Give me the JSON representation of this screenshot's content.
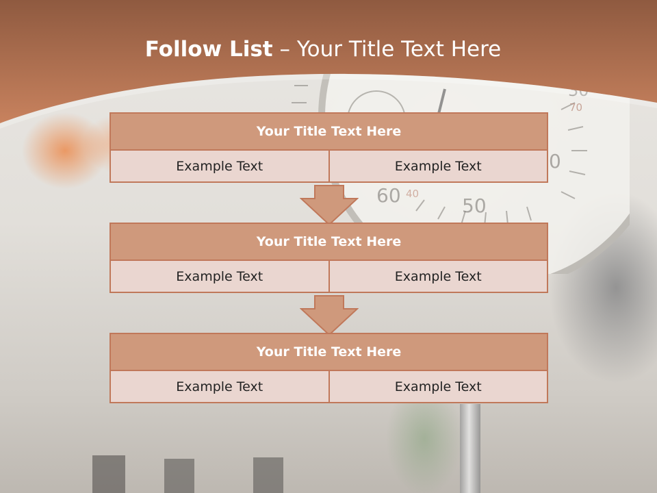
{
  "slide": {
    "title_bold": "Follow List",
    "title_rest": " – Your Title Text Here"
  },
  "steps": [
    {
      "title": "Your Title Text Here",
      "left": "Example Text",
      "right": "Example Text"
    },
    {
      "title": "Your Title Text Here",
      "left": "Example Text",
      "right": "Example Text"
    },
    {
      "title": "Your Title Text Here",
      "left": "Example Text",
      "right": "Example Text"
    }
  ],
  "dial": {
    "labels": [
      "30",
      "70",
      "60",
      "40",
      "50",
      "0"
    ]
  },
  "colors": {
    "header": "#c8825e",
    "box_title": "#cf997c",
    "box_cell": "#ead6d0",
    "border": "#c0785a"
  }
}
